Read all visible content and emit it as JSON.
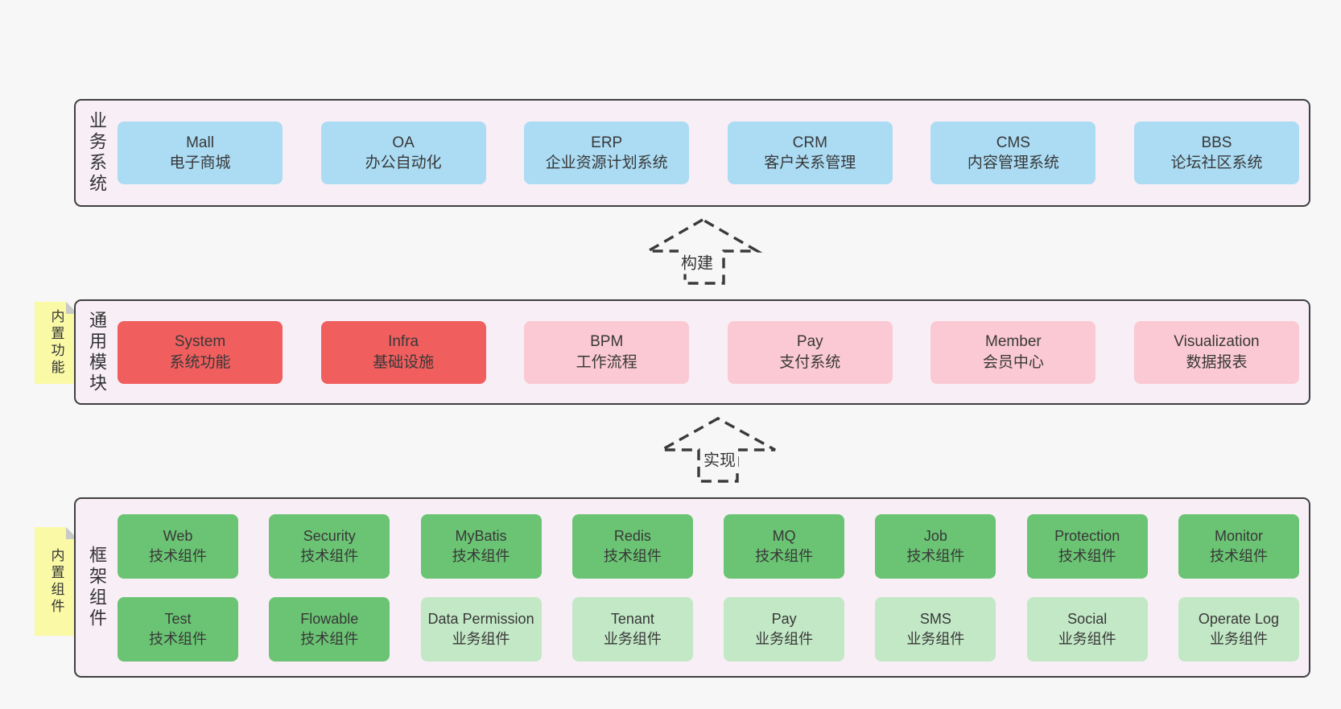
{
  "colors": {
    "blue": "#abdcf4",
    "red": "#f15e5e",
    "pink": "#fbc9d3",
    "green": "#6ac473",
    "lightgreen": "#c3e8c6",
    "band_bg": "#f8eef6",
    "band_border": "#404040",
    "sticky_yellow": "#fafaa6",
    "page_bg": "#f7f7f7",
    "text": "#383838"
  },
  "arrows": [
    {
      "label": "构建"
    },
    {
      "label": "实现"
    }
  ],
  "bands": [
    {
      "id": "business-systems",
      "label": "业务系统",
      "boxes": [
        {
          "title": "Mall",
          "subtitle": "电子商城",
          "variant": "blue"
        },
        {
          "title": "OA",
          "subtitle": "办公自动化",
          "variant": "blue"
        },
        {
          "title": "ERP",
          "subtitle": "企业资源计划系统",
          "variant": "blue"
        },
        {
          "title": "CRM",
          "subtitle": "客户关系管理",
          "variant": "blue"
        },
        {
          "title": "CMS",
          "subtitle": "内容管理系统",
          "variant": "blue"
        },
        {
          "title": "BBS",
          "subtitle": "论坛社区系统",
          "variant": "blue"
        }
      ]
    },
    {
      "id": "common-modules",
      "label": "通用模块",
      "sticky": "内置功能",
      "boxes": [
        {
          "title": "System",
          "subtitle": "系统功能",
          "variant": "red"
        },
        {
          "title": "Infra",
          "subtitle": "基础设施",
          "variant": "red"
        },
        {
          "title": "BPM",
          "subtitle": "工作流程",
          "variant": "pink"
        },
        {
          "title": "Pay",
          "subtitle": "支付系统",
          "variant": "pink"
        },
        {
          "title": "Member",
          "subtitle": "会员中心",
          "variant": "pink"
        },
        {
          "title": "Visualization",
          "subtitle": "数据报表",
          "variant": "pink"
        }
      ]
    },
    {
      "id": "framework-components",
      "label": "框架组件",
      "sticky": "内置组件",
      "rows": [
        [
          {
            "title": "Web",
            "subtitle": "技术组件",
            "variant": "green"
          },
          {
            "title": "Security",
            "subtitle": "技术组件",
            "variant": "green"
          },
          {
            "title": "MyBatis",
            "subtitle": "技术组件",
            "variant": "green"
          },
          {
            "title": "Redis",
            "subtitle": "技术组件",
            "variant": "green"
          },
          {
            "title": "MQ",
            "subtitle": "技术组件",
            "variant": "green"
          },
          {
            "title": "Job",
            "subtitle": "技术组件",
            "variant": "green"
          },
          {
            "title": "Protection",
            "subtitle": "技术组件",
            "variant": "green"
          },
          {
            "title": "Monitor",
            "subtitle": "技术组件",
            "variant": "green"
          }
        ],
        [
          {
            "title": "Test",
            "subtitle": "技术组件",
            "variant": "green"
          },
          {
            "title": "Flowable",
            "subtitle": "技术组件",
            "variant": "green"
          },
          {
            "title": "Data Permission",
            "subtitle": "业务组件",
            "variant": "lightgreen"
          },
          {
            "title": "Tenant",
            "subtitle": "业务组件",
            "variant": "lightgreen"
          },
          {
            "title": "Pay",
            "subtitle": "业务组件",
            "variant": "lightgreen"
          },
          {
            "title": "SMS",
            "subtitle": "业务组件",
            "variant": "lightgreen"
          },
          {
            "title": "Social",
            "subtitle": "业务组件",
            "variant": "lightgreen"
          },
          {
            "title": "Operate Log",
            "subtitle": "业务组件",
            "variant": "lightgreen"
          }
        ]
      ]
    }
  ]
}
